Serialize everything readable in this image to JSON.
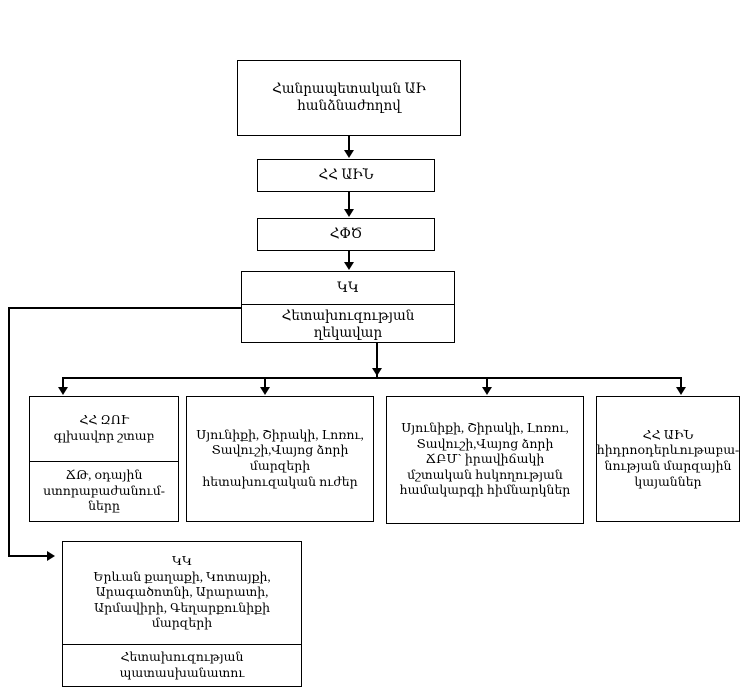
{
  "diagram": {
    "title": "Armenian emergency reconnaissance organizational chart",
    "type": "flowchart",
    "line_color": "#000000",
    "background_color": "#ffffff",
    "nodes": {
      "government": {
        "name": "government-decision",
        "lines": [
          "Հանրապետական ԱԻ",
          "հանձնաժողով"
        ]
      },
      "mes": {
        "name": "ministry-of-emergency-situations",
        "lines": [
          "ՀՀ ԱԻՆ"
        ]
      },
      "hfc": {
        "name": "hfc-service",
        "lines": [
          "ՀՓԾ"
        ]
      },
      "crisis_center_header": {
        "name": "crisis-center-header",
        "lines": [
          "ԿԿ"
        ]
      },
      "crisis_center_body": {
        "name": "crisis-center-body",
        "lines": [
          "Հետախուզության",
          "ղեկավար"
        ]
      },
      "general_staff_header": {
        "name": "general-staff-header",
        "lines": [
          "ՀՀ ԶՈՒ",
          "գլխավոր շտաբ"
        ]
      },
      "general_staff_body": {
        "name": "general-staff-body",
        "lines": [
          "ՃԹ, օդային",
          "ստորաբաժանում-",
          "ները"
        ]
      },
      "regional_recon": {
        "name": "regional-reconnaissance-forces",
        "lines": [
          "Սյունիքի, Շիրակի, Լոռու,",
          "Տավուշի,Վայոց ձորի",
          "մարզերի",
          "հետախուզական ուժեր"
        ]
      },
      "sitcenter": {
        "name": "situation-assessment-coordinators",
        "lines": [
          "Սյունիքի, Շիրակի, Լոռու,",
          "Տավուշի,Վայոց ձորի",
          "ՃԲՄ` իրավիճակի",
          "մշտական հսկողության",
          "համակարգի հիմնարկներ"
        ]
      },
      "hydromet": {
        "name": "hydrometeorology-regional-stations",
        "lines": [
          "ՀՀ ԱԻՆ",
          "հիդրոօդերևութաբա-",
          "նության մարզային",
          "կայաններ"
        ]
      },
      "regional_dept_header": {
        "name": "regional-department-header",
        "lines": [
          "ԿԿ",
          "Երևան քաղաքի, Կոտայքի,",
          "Արագածոտնի, Արարատի,",
          "Արմավիրի, Գեղարքունիքի",
          "մարզերի"
        ]
      },
      "regional_dept_body": {
        "name": "regional-department-body",
        "lines": [
          "Հետախուզության",
          "պատասխանատու"
        ]
      }
    }
  }
}
